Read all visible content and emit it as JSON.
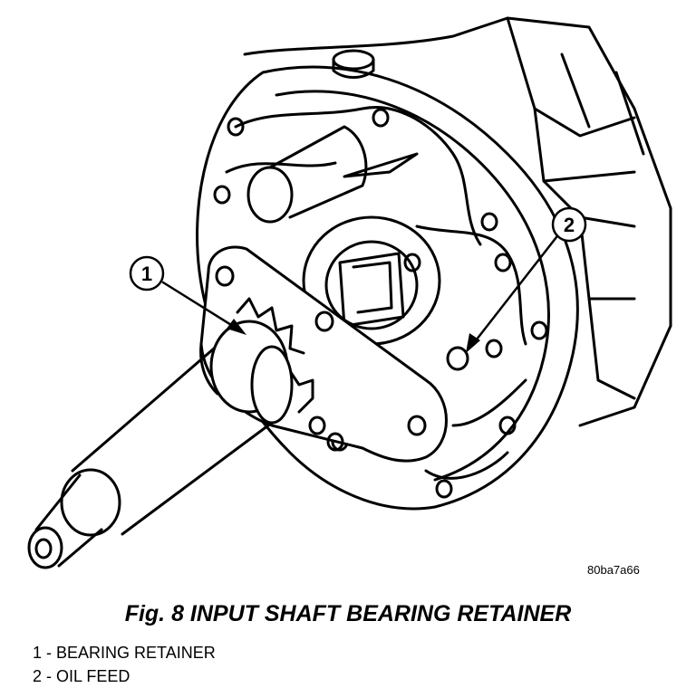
{
  "figure": {
    "callouts": [
      {
        "number": "1",
        "name": "BEARING RETAINER"
      },
      {
        "number": "2",
        "name": "OIL FEED"
      }
    ],
    "image_code": "80ba7a66"
  },
  "caption": "Fig. 8 INPUT SHAFT BEARING RETAINER",
  "legend": [
    "1 - BEARING RETAINER",
    "2 - OIL FEED"
  ]
}
